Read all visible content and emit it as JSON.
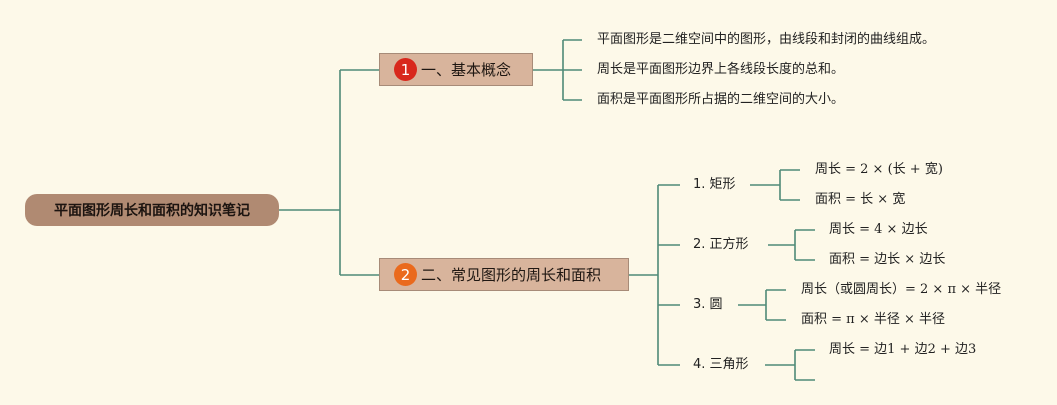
{
  "root": {
    "label": "平面图形周长和面积的知识笔记"
  },
  "branch1": {
    "number": "1",
    "label": "一、基本概念",
    "items": [
      "平面图形是二维空间中的图形，由线段和封闭的曲线组成。",
      "周长是平面图形边界上各线段长度的总和。",
      "面积是平面图形所占据的二维空间的大小。"
    ]
  },
  "branch2": {
    "number": "2",
    "label": "二、常见图形的周长和面积",
    "shapes": [
      {
        "label": "1. 矩形",
        "formulas": [
          "周长 = 2 × (长 + 宽)",
          "面积 = 长 × 宽"
        ]
      },
      {
        "label": "2. 正方形",
        "formulas": [
          "周长 = 4 × 边长",
          "面积 = 边长 × 边长"
        ]
      },
      {
        "label": "3. 圆",
        "formulas": [
          "周长（或圆周长）= 2 × π × 半径",
          "面积 = π × 半径 × 半径"
        ]
      },
      {
        "label": "4. 三角形",
        "formulas": [
          "周长 = 边1 + 边2 + 边3",
          ""
        ]
      }
    ]
  },
  "colors": {
    "background": "#fdf9e9",
    "root_fill": "#b08a72",
    "branch_fill": "#d8b49c",
    "connector": "#4f8a78",
    "badge1": "#d8281c",
    "badge2": "#ea6a1d"
  }
}
